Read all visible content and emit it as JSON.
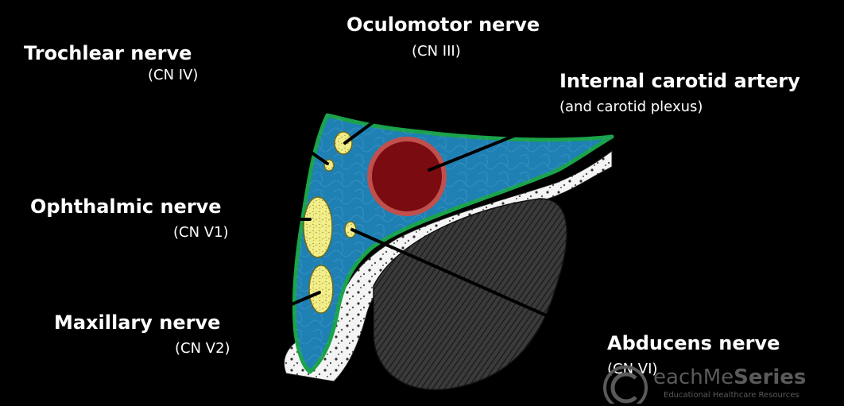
{
  "labels": {
    "trochlear": {
      "name": "Trochlear nerve",
      "sub": "(CN IV)"
    },
    "oculomotor": {
      "name": "Oculomotor nerve",
      "sub": "(CN III)"
    },
    "internal_carotid": {
      "name": "Internal carotid artery",
      "sub": "(and carotid plexus)"
    },
    "ophthalmic": {
      "name": "Ophthalmic nerve",
      "sub": "(CN V1)"
    },
    "maxillary": {
      "name": "Maxillary nerve",
      "sub": "(CN V2)"
    },
    "abducens": {
      "name": "Abducens nerve",
      "sub": "(CN VI)"
    }
  },
  "watermark": {
    "brand_light": "eachMe",
    "brand_bold": "Series",
    "tagline": "Educational Healthcare Resources"
  },
  "colors": {
    "background": "#000000",
    "sinus_fill": "#1f80b4",
    "sinus_outline": "#1aa34a",
    "nerve_fill": "#f2ee8a",
    "artery_fill": "#7a0b10",
    "artery_ring": "#c0504d",
    "text": "#ffffff"
  }
}
